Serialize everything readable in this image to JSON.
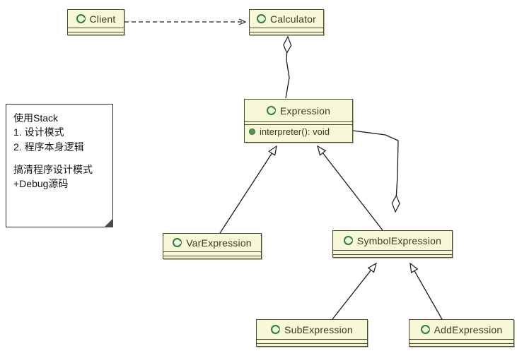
{
  "diagram": {
    "kind": "uml-class-diagram",
    "colors": {
      "class_fill": "#f7f8d8",
      "class_border": "#4a4a2a",
      "icon_green": "#2d7d32",
      "note_fill": "#ffffff",
      "note_border": "#2b2b2b",
      "edge": "#1a1a1a"
    },
    "classes": [
      {
        "id": "client",
        "name": "Client",
        "icon": "class-c-icon",
        "members": []
      },
      {
        "id": "calculator",
        "name": "Calculator",
        "icon": "class-c-icon",
        "members": []
      },
      {
        "id": "expression",
        "name": "Expression",
        "icon": "class-c-icon",
        "members": [
          {
            "visibility_icon": "public-dot-icon",
            "text": "interpreter(): void"
          }
        ]
      },
      {
        "id": "var_expression",
        "name": "VarExpression",
        "icon": "class-c-icon",
        "members": []
      },
      {
        "id": "symbol_expression",
        "name": "SymbolExpression",
        "icon": "class-c-icon",
        "members": []
      },
      {
        "id": "sub_expression",
        "name": "SubExpression",
        "icon": "class-c-icon",
        "members": []
      },
      {
        "id": "add_expression",
        "name": "AddExpression",
        "icon": "class-c-icon",
        "members": []
      }
    ],
    "note": {
      "lines": [
        "使用Stack",
        "1. 设计模式",
        "2. 程序本身逻辑",
        "",
        "搞清程序设计模式",
        "+Debug源码"
      ]
    },
    "relations": [
      {
        "id": "rel-client-calculator",
        "type": "dependency",
        "from": "Client",
        "to": "Calculator",
        "style": "dashed",
        "arrow": "open"
      },
      {
        "id": "rel-calculator-expression",
        "type": "aggregation",
        "from": "Calculator",
        "to": "Expression",
        "style": "solid",
        "arrow": "hollow-diamond"
      },
      {
        "id": "rel-varexpression-expression",
        "type": "generalization",
        "from": "VarExpression",
        "to": "Expression",
        "style": "solid",
        "arrow": "hollow-triangle"
      },
      {
        "id": "rel-symbolexpression-expression",
        "type": "generalization",
        "from": "SymbolExpression",
        "to": "Expression",
        "style": "solid",
        "arrow": "hollow-triangle"
      },
      {
        "id": "rel-expression-symbolexpression",
        "type": "aggregation",
        "from": "Expression",
        "to": "SymbolExpression",
        "style": "solid",
        "arrow": "hollow-diamond"
      },
      {
        "id": "rel-subexpression-symbol",
        "type": "generalization",
        "from": "SubExpression",
        "to": "SymbolExpression",
        "style": "solid",
        "arrow": "hollow-triangle"
      },
      {
        "id": "rel-addexpression-symbol",
        "type": "generalization",
        "from": "AddExpression",
        "to": "SymbolExpression",
        "style": "solid",
        "arrow": "hollow-triangle"
      }
    ]
  }
}
